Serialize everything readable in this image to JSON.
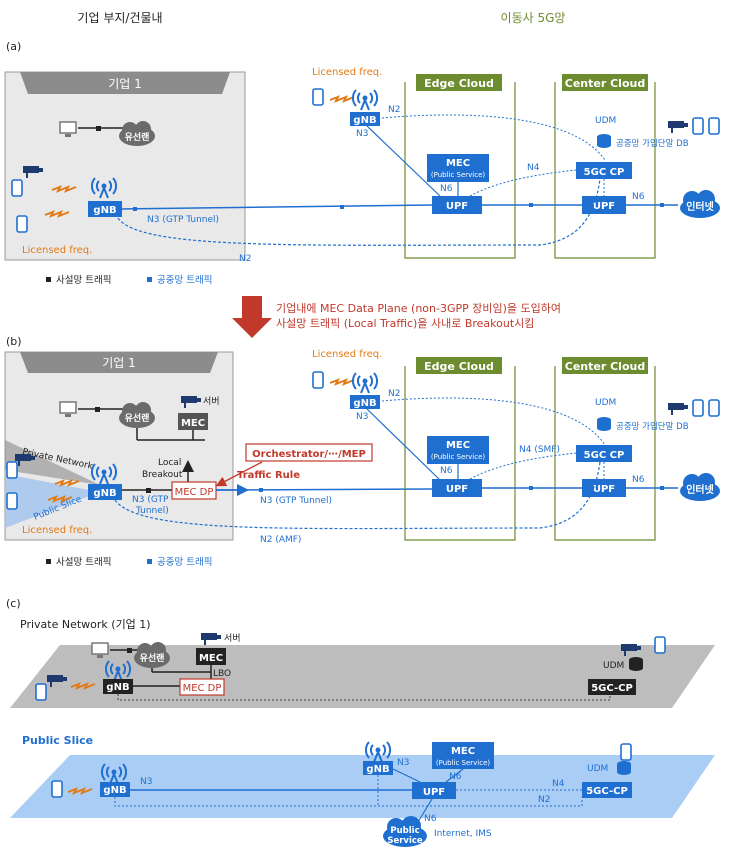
{
  "header": {
    "left": "기업 부지/건물내",
    "right": "이동사 5G망"
  },
  "panel_a": {
    "label": "(a)",
    "enterprise": "기업 1",
    "wired_lan": "유선랜",
    "gnb_local": "gNB",
    "licensed_freq_local": "Licensed freq.",
    "licensed_freq_remote": "Licensed freq.",
    "gnb_remote": "gNB",
    "edge_cloud": "Edge Cloud",
    "center_cloud": "Center Cloud",
    "mec": "MEC",
    "mec_sub": "(Public Service)",
    "upf_edge": "UPF",
    "upf_center": "UPF",
    "cp": "5GC CP",
    "udm": "UDM",
    "db": "공중망 가입단말 DB",
    "internet": "인터넷",
    "n2_top": "N2",
    "n3_top": "N3",
    "n4": "N4",
    "n6_mec": "N6",
    "n6_center": "N6",
    "n3_tunnel": "N3 (GTP Tunnel)",
    "n2_bottom": "N2",
    "legend_private": "사설망 트래픽",
    "legend_public": "공중망 트래픽"
  },
  "arrow_text": {
    "line1": "기업내에 MEC Data Plane (non-3GPP 장비임)을 도입하여",
    "line2": "사설망 트래픽 (Local Traffic)을 사내로 Breakout시킴"
  },
  "panel_b": {
    "label": "(b)",
    "enterprise": "기업 1",
    "wired_lan": "유선랜",
    "server": "서버",
    "mec": "MEC",
    "private_network": "Private Network",
    "public_slice": "Public Slice",
    "local_breakout_1": "Local",
    "local_breakout_2": "Breakout",
    "gnb_local": "gNB",
    "mec_dp": "MEC DP",
    "n3_gtp_1": "N3 (GTP",
    "n3_gtp_2": "Tunnel)",
    "orchestrator": "Orchestrator/⋯/MEP",
    "traffic_rule": "Traffic Rule",
    "n3_tunnel": "N3 (GTP Tunnel)",
    "licensed_freq_local": "Licensed freq.",
    "licensed_freq_remote": "Licensed freq.",
    "gnb_remote": "gNB",
    "edge_cloud": "Edge Cloud",
    "center_cloud": "Center Cloud",
    "mec_pub": "MEC",
    "mec_sub": "(Public Service)",
    "upf_edge": "UPF",
    "upf_center": "UPF",
    "cp": "5GC CP",
    "udm": "UDM",
    "db": "공중망 가입단말 DB",
    "internet": "인터넷",
    "n2_top": "N2",
    "n3_top": "N3",
    "n4": "N4 (SMF)",
    "n6_mec": "N6",
    "n6_center": "N6",
    "n2_bottom": "N2 (AMF)",
    "legend_private": "사설망 트래픽",
    "legend_public": "공중망 트래픽"
  },
  "panel_c": {
    "label": "(c)",
    "private_title": "Private Network (기업 1)",
    "wired_lan": "유선랜",
    "server": "서버",
    "mec": "MEC",
    "lbo": "LBO",
    "gnb": "gNB",
    "mec_dp": "MEC DP",
    "udm": "UDM",
    "cp": "5GC-CP",
    "public_title": "Public Slice",
    "gnb_pub": "gNB",
    "n3_left": "N3",
    "gnb_pub2": "gNB",
    "n3_right": "N3",
    "mec_pub": "MEC",
    "mec_sub": "(Public Service)",
    "n6_mec": "N6",
    "upf": "UPF",
    "n4": "N4",
    "n2": "N2",
    "udm_pub": "UDM",
    "cp_pub": "5GC-CP",
    "n6_bottom": "N6",
    "public_service_1": "Public",
    "public_service_2": "Service",
    "internet_ims": "Internet, IMS"
  }
}
